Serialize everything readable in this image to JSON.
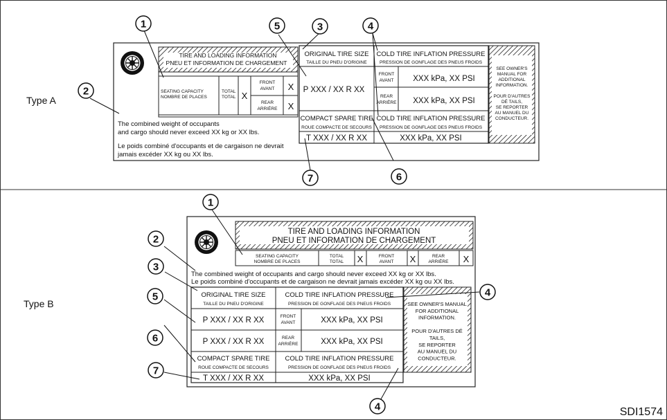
{
  "figure_id": "SDI1574",
  "callouts": [
    "1",
    "2",
    "3",
    "4",
    "5",
    "6",
    "7"
  ],
  "type_labels": {
    "a": "Type A",
    "b": "Type B"
  },
  "placard": {
    "header_en": "TIRE AND LOADING INFORMATION",
    "header_fr": "PNEU ET INFORMATION DE CHARGEMENT",
    "seating_en": "SEATING CAPACITY",
    "seating_fr": "NOMBRE DE PLACES",
    "total_en": "TOTAL",
    "total_fr": "TOTAL",
    "front_en": "FRONT",
    "front_fr": "AVANT",
    "rear_en": "REAR",
    "rear_fr": "ARRIÈRE",
    "x": "X",
    "weight_en_a1": "The combined weight of occupants",
    "weight_en_a2": "and cargo should never exceed XX kg or XX lbs.",
    "weight_fr_a1": "Le poids combiné d'occupants et de cargaison ne devrait",
    "weight_fr_a2": "jamais excéder XX kg ou XX lbs.",
    "weight_en_b": "The combined weight of occupants and cargo should never exceed XX kg or XX lbs.",
    "weight_fr_b": "Le poids combiné d'occupants et de cargaison ne devrait jamais excéder XX kg ou XX lbs.",
    "orig_en": "ORIGINAL TIRE SIZE",
    "orig_fr": "TAILLE DU PNEU D'ORIGINE",
    "cold_en": "COLD TIRE INFLATION PRESSURE",
    "cold_fr": "PRESSION DE GONFLAGE DES PNEUS FROIDS",
    "compact_en": "COMPACT SPARE TIRE",
    "compact_fr": "ROUE COMPACTE DE SECOURS",
    "tire_size": "P XXX / XX R XX",
    "spare_size": "T XXX / XX R XX",
    "pressure": "XXX kPa, XX PSI",
    "see_a": [
      "SEE OWNER'S",
      "MANUAL FOR",
      "ADDITIONAL",
      "INFORMATION.",
      "",
      "POUR D'AUTRES",
      "DÉ TAILS,",
      "SE REPORTER",
      "AU MANUEL DU",
      "CONDUCTEUR."
    ],
    "see_b": [
      "SEE OWNER'S MANUAL",
      "FOR ADDITIONAL",
      "INFORMATION.",
      "",
      "POUR D'AUTRES DÉ",
      "TAILS,",
      "SE REPORTER",
      "AU MANUEL DU",
      "CONDUCTEUR."
    ]
  }
}
